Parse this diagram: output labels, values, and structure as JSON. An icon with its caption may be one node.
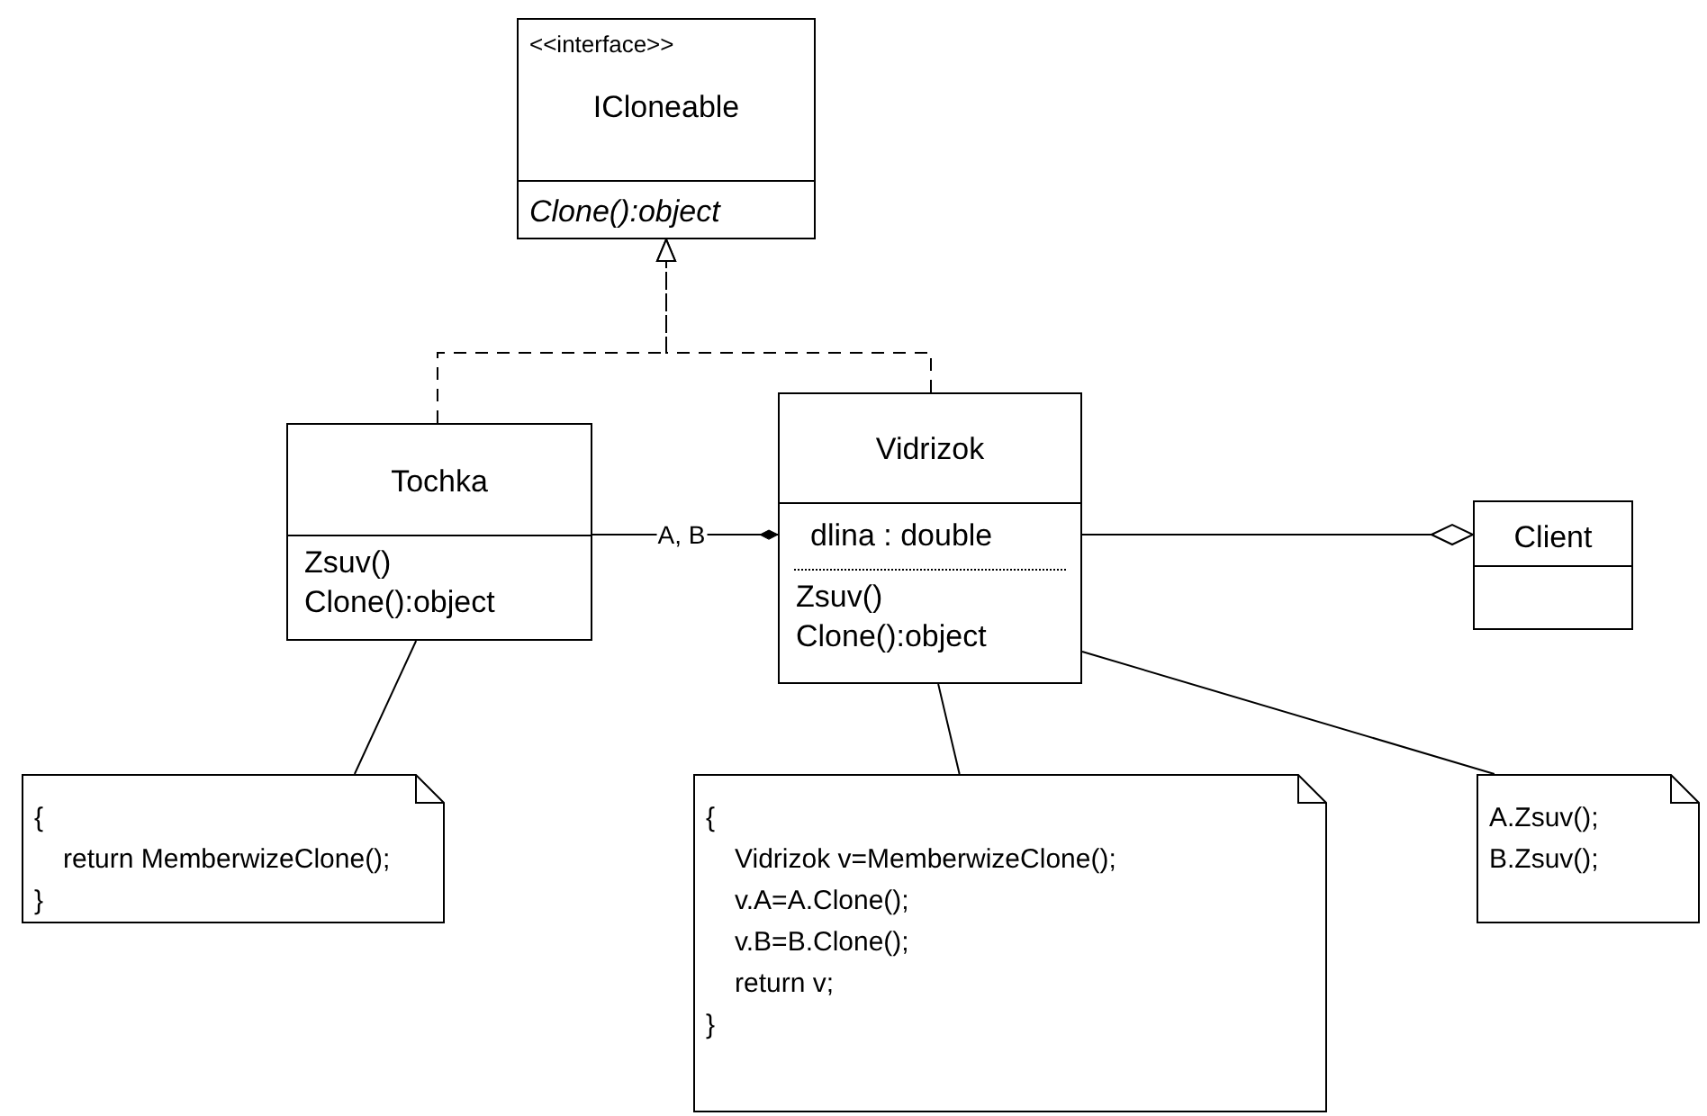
{
  "diagram": {
    "nodes": [
      {
        "text": [
          "<<interface>>",
          "ICloneable",
          "Clone():object"
        ]
      },
      {
        "text": [
          "Tochka",
          "Zsuv()",
          "Clone():object"
        ]
      },
      {
        "text": [
          "Vidrizok",
          "dlina : double",
          "Zsuv()",
          "Clone():object"
        ]
      },
      {
        "text": [
          "Client"
        ]
      },
      {
        "text": [
          "{",
          "return MemberwizeClone();",
          "}"
        ]
      },
      {
        "text": [
          "{",
          "Vidrizok v=MemberwizeClone();",
          "v.A=A.Clone();",
          "v.B=B.Clone();",
          "return v;",
          "}"
        ]
      },
      {
        "text": [
          "A.Zsuv();",
          "B.Zsuv();"
        ]
      }
    ],
    "edges": [
      {
        "from": 1,
        "to": 0,
        "arrow": "to",
        "style": "dashed"
      },
      {
        "from": 2,
        "to": 0,
        "arrow": "to",
        "style": "dashed"
      },
      {
        "from": 1,
        "to": 2,
        "arrow": "other",
        "label": "A, B"
      },
      {
        "from": 2,
        "to": 3,
        "arrow": "other"
      },
      {
        "from": 4,
        "to": 1,
        "arrow": "none"
      },
      {
        "from": 5,
        "to": 2,
        "arrow": "none"
      },
      {
        "from": 6,
        "to": 2,
        "arrow": "none"
      }
    ]
  }
}
